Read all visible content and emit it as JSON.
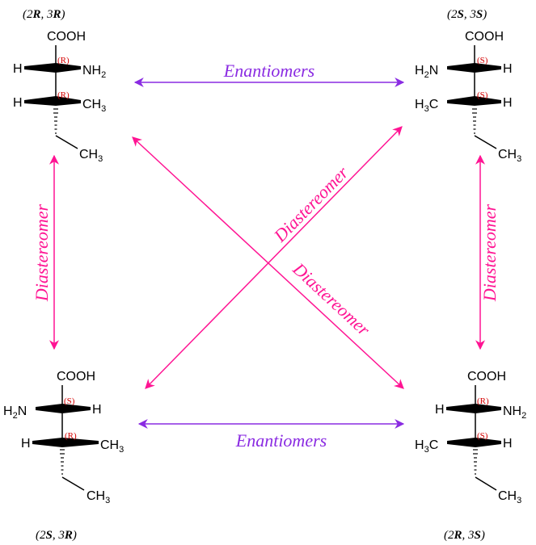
{
  "colors": {
    "enantiomer_arrow": "#8a2be2",
    "diastereomer_arrow": "#ff1493",
    "stereo_label": "#d40000",
    "bonds": "#000000"
  },
  "molecules": {
    "top_left": {
      "config_prefix": "(2",
      "c2_letter": "R",
      "mid": ", 3",
      "c3_letter": "R",
      "suffix": ")",
      "top_group": "COOH",
      "c2_left": "H",
      "c2_right": "NH",
      "c2_right_sub": "2",
      "c2_right_prefix": "",
      "c2_right_prefix_sub": "",
      "c2_left_sub": "",
      "c2_label": "(R)",
      "c3_left": "H",
      "c3_right": "CH",
      "c3_right_sub": "3",
      "c3_label": "(R)",
      "bottom_group": "CH",
      "bottom_sub": "3"
    },
    "top_right": {
      "config_prefix": "(2",
      "c2_letter": "S",
      "mid": ", 3",
      "c3_letter": "S",
      "suffix": ")",
      "top_group": "COOH",
      "c2_left": "H",
      "c2_left_sub": "2",
      "c2_left_suffix": "N",
      "c2_right": "H",
      "c2_label": "(S)",
      "c3_left": "H",
      "c3_left_sub": "3",
      "c3_left_suffix": "C",
      "c3_right": "H",
      "c3_label": "(S)",
      "bottom_group": "CH",
      "bottom_sub": "3"
    },
    "bottom_left": {
      "config_prefix": "(2",
      "c2_letter": "S",
      "mid": ", 3",
      "c3_letter": "R",
      "suffix": ")",
      "top_group": "COOH",
      "c2_left": "H",
      "c2_left_sub": "2",
      "c2_left_suffix": "N",
      "c2_right": "H",
      "c2_label": "(S)",
      "c3_left": "H",
      "c3_right": "CH",
      "c3_right_sub": "3",
      "c3_label": "(R)",
      "bottom_group": "CH",
      "bottom_sub": "3"
    },
    "bottom_right": {
      "config_prefix": "(2",
      "c2_letter": "R",
      "mid": ", 3",
      "c3_letter": "S",
      "suffix": ")",
      "top_group": "COOH",
      "c2_left": "H",
      "c2_right": "NH",
      "c2_right_sub": "2",
      "c2_label": "(R)",
      "c3_left": "H",
      "c3_left_sub": "3",
      "c3_left_suffix": "C",
      "c3_right": "H",
      "c3_label": "(S)",
      "bottom_group": "CH",
      "bottom_sub": "3"
    }
  },
  "relations": {
    "enantiomers_top": "Enantiomers",
    "enantiomers_bottom": "Enantiomers",
    "diastereomer_left": "Diastereomer",
    "diastereomer_right": "Diastereomer",
    "diastereomer_diag_up": "Diastereomer",
    "diastereomer_diag_down": "Diastereomer"
  }
}
